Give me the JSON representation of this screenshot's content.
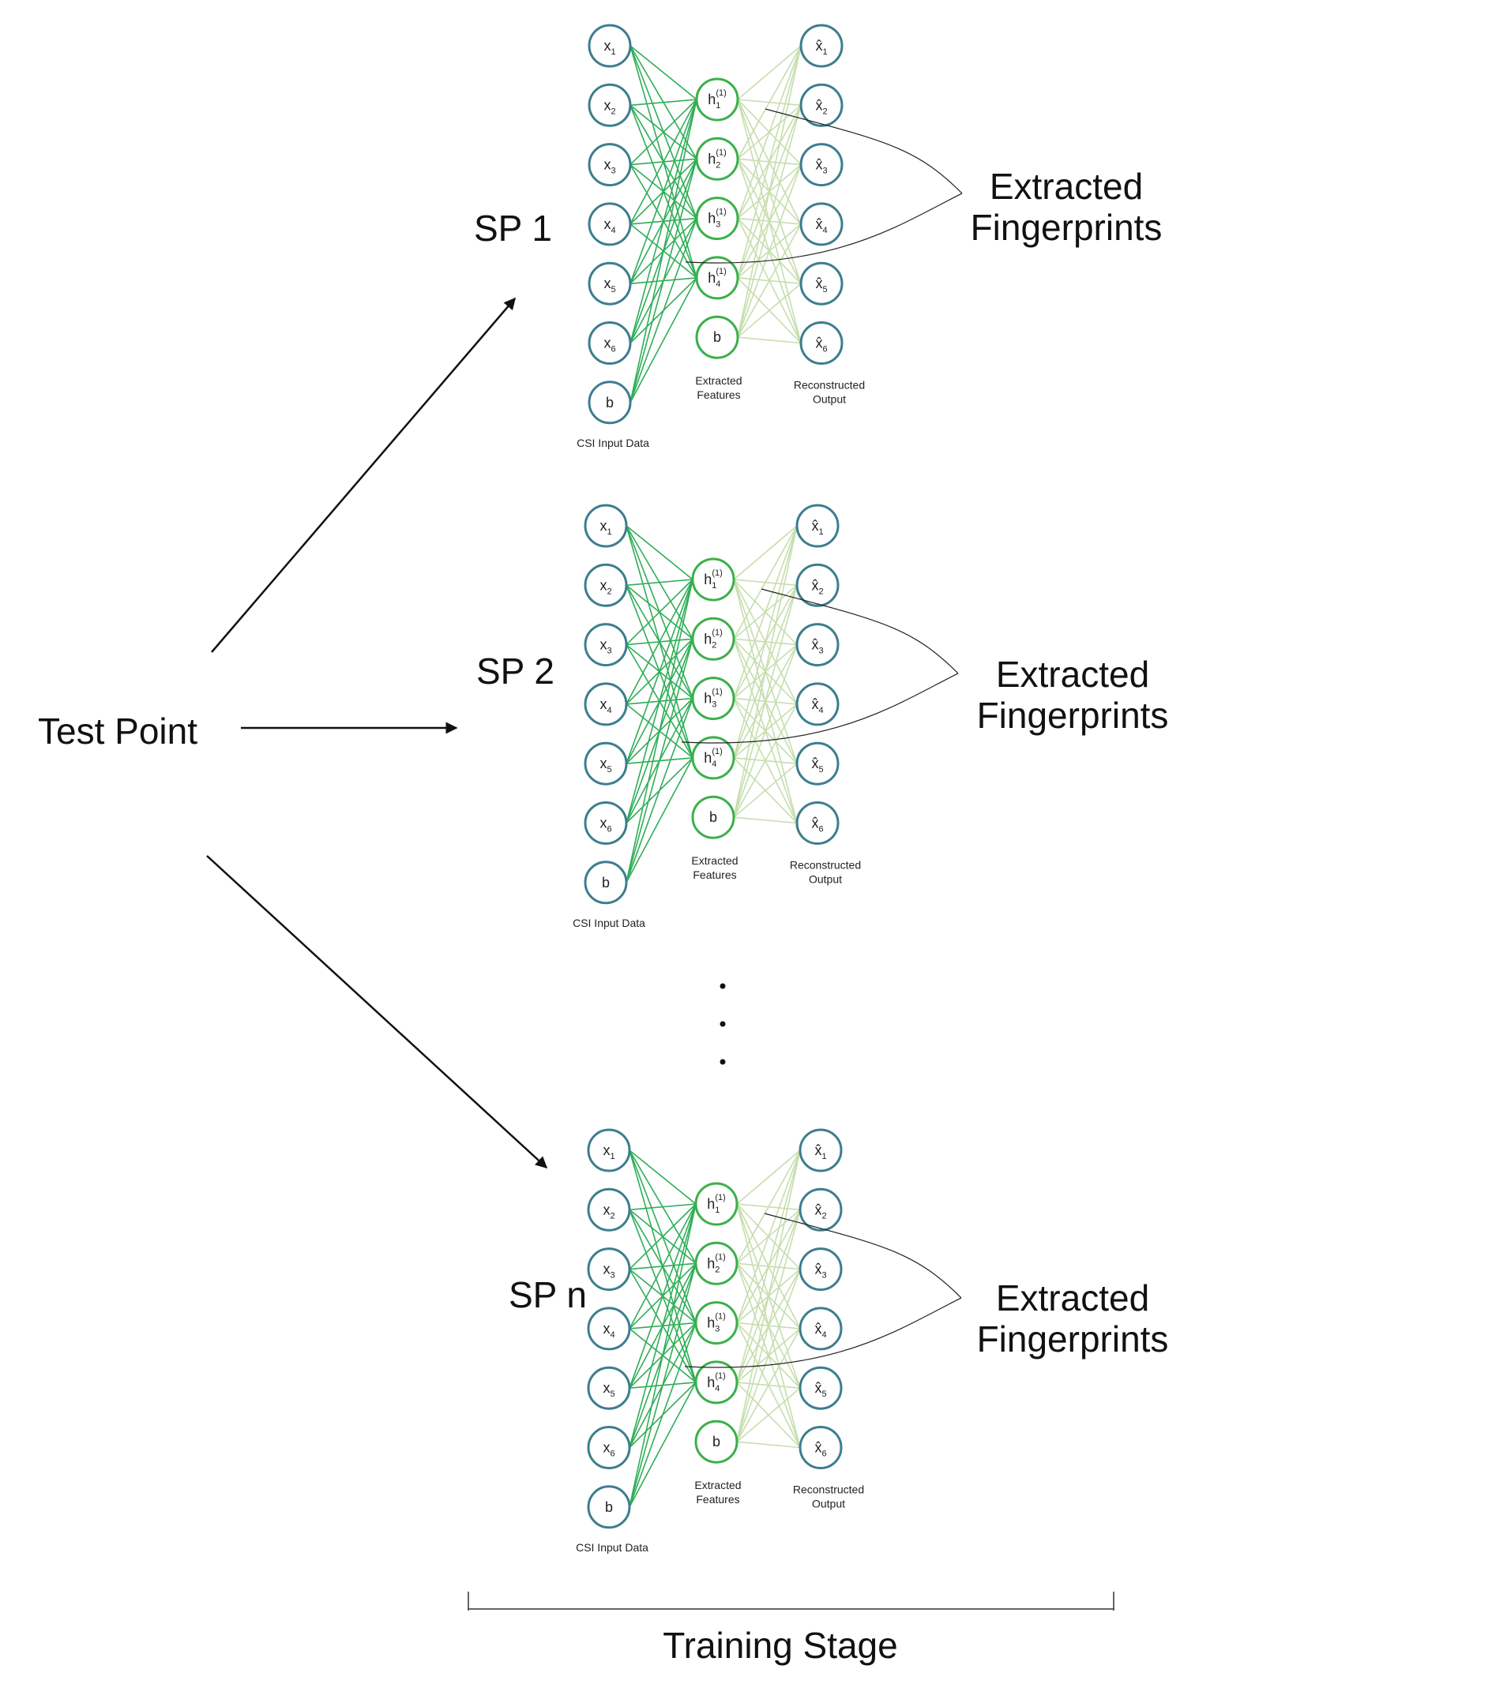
{
  "test_point": "Test Point",
  "training_stage": "Training Stage",
  "networks": [
    {
      "label": "SP 1",
      "inputs": [
        "x1",
        "x2",
        "x3",
        "x4",
        "x5",
        "x6",
        "b"
      ],
      "hidden": [
        "h1(1)",
        "h2(1)",
        "h3(1)",
        "h4(1)",
        "b"
      ],
      "outputs": [
        "x̂1",
        "x̂2",
        "x̂3",
        "x̂4",
        "x̂5",
        "x̂6"
      ],
      "caption_input": "CSI Input Data",
      "caption_hidden": [
        "Extracted",
        "Features"
      ],
      "caption_output": [
        "Reconstructed",
        "Output"
      ],
      "fingerprints": [
        "Extracted",
        "Fingerprints"
      ]
    },
    {
      "label": "SP 2",
      "inputs": [
        "x1",
        "x2",
        "x3",
        "x4",
        "x5",
        "x6",
        "b"
      ],
      "hidden": [
        "h1(1)",
        "h2(1)",
        "h3(1)",
        "h4(1)",
        "b"
      ],
      "outputs": [
        "x̂1",
        "x̂2",
        "x̂3",
        "x̂4",
        "x̂5",
        "x̂6"
      ],
      "caption_input": "CSI Input Data",
      "caption_hidden": [
        "Extracted",
        "Features"
      ],
      "caption_output": [
        "Reconstructed",
        "Output"
      ],
      "fingerprints": [
        "Extracted",
        "Fingerprints"
      ]
    },
    {
      "label": "SP n",
      "inputs": [
        "x1",
        "x2",
        "x3",
        "x4",
        "x5",
        "x6",
        "b"
      ],
      "hidden": [
        "h1(1)",
        "h2(1)",
        "h3(1)",
        "h4(1)",
        "b"
      ],
      "outputs": [
        "x̂1",
        "x̂2",
        "x̂3",
        "x̂4",
        "x̂5",
        "x̂6"
      ],
      "caption_input": "CSI Input Data",
      "caption_hidden": [
        "Extracted",
        "Features"
      ],
      "caption_output": [
        "Reconstructed",
        "Output"
      ],
      "fingerprints": [
        "Extracted",
        "Fingerprints"
      ]
    }
  ],
  "colors": {
    "input_node": "#3d7d8f",
    "hidden_node": "#3bb04a",
    "output_node": "#3d7d8f",
    "enc_edge": "#2fae57",
    "dec_edge": "#c6deae",
    "line": "#111111"
  }
}
